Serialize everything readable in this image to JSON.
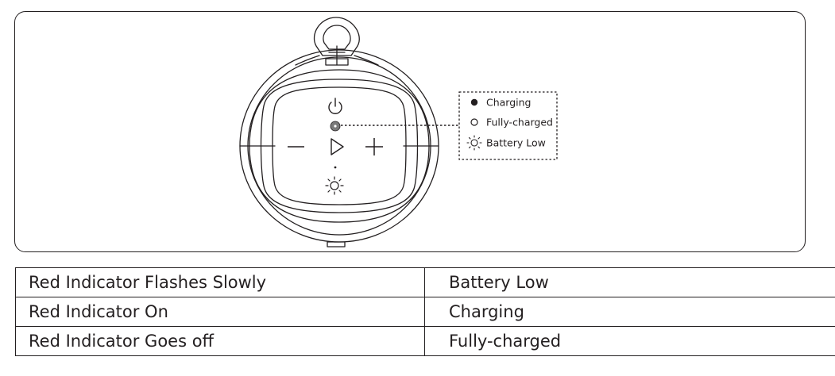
{
  "legend": {
    "items": [
      {
        "label": "Charging",
        "icon": "filled-dot-icon"
      },
      {
        "label": "Fully-charged",
        "icon": "hollow-dot-icon"
      },
      {
        "label": "Battery Low",
        "icon": "flashing-light-icon"
      }
    ]
  },
  "controls": {
    "power": "power-icon",
    "indicator": "led-indicator",
    "volume_down": "minus-icon",
    "play": "play-icon",
    "volume_up": "plus-icon",
    "light": "light-icon"
  },
  "colors": {
    "line": "#231f20",
    "led": "#7a7a7a"
  },
  "table": {
    "rows": [
      {
        "indicator": "Red Indicator Flashes Slowly",
        "status": "Battery Low"
      },
      {
        "indicator": "Red Indicator On",
        "status": "Charging"
      },
      {
        "indicator": "Red Indicator Goes off",
        "status": "Fully-charged"
      }
    ]
  }
}
